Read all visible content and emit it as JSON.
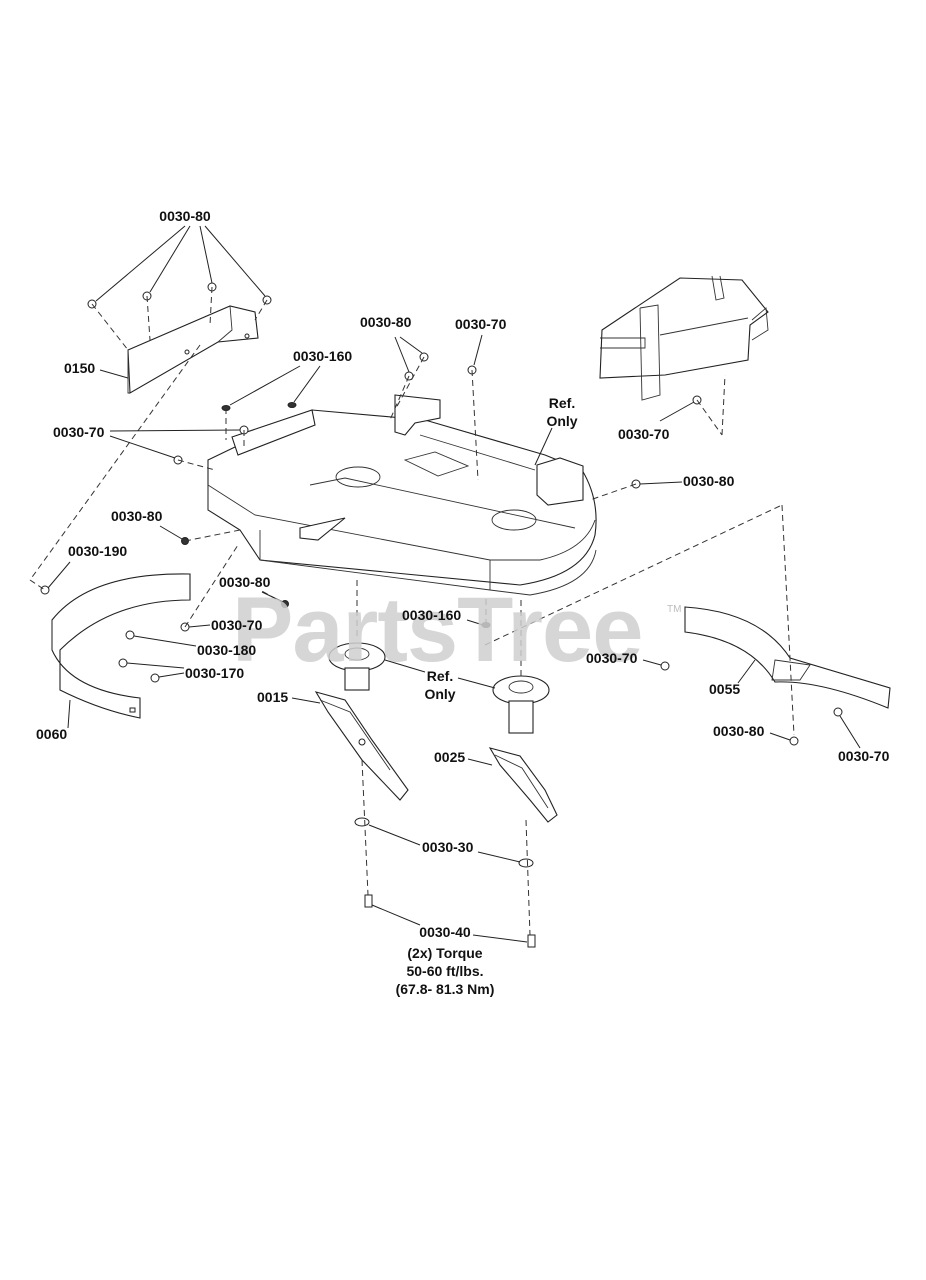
{
  "watermark": {
    "text": "PartsTree",
    "trademark": "TM"
  },
  "callouts": {
    "top_bracket_nuts": "0030-80",
    "bracket_part": "0150",
    "washers_top": "0030-160",
    "bolts_left": "0030-70",
    "nut_left": "0030-80",
    "pin_left": "0030-190",
    "center_nuts": "0030-80",
    "center_bolt": "0030-70",
    "ref_only_top": "Ref.\nOnly",
    "nut_right": "0030-80",
    "top_right_bolt": "0030-70",
    "nut_mid_left": "0030-80",
    "bolt_mid_left": "0030-70",
    "part_0030_180": "0030-180",
    "part_0030_170": "0030-170",
    "baffle_left": "0060",
    "washer_mid": "0030-160",
    "ref_only_mid": "Ref.\nOnly",
    "blade_left": "0015",
    "blade_right": "0025",
    "baffle_right_bolt": "0030-70",
    "baffle_right": "0055",
    "nut_bottom_right": "0030-80",
    "bolt_bottom_right": "0030-70",
    "washers_blade": "0030-30",
    "blade_bolts": "0030-40"
  },
  "torque_note": {
    "line1": "(2x) Torque",
    "line2": "50-60 ft/lbs.",
    "line3": "(67.8- 81.3 Nm)"
  }
}
